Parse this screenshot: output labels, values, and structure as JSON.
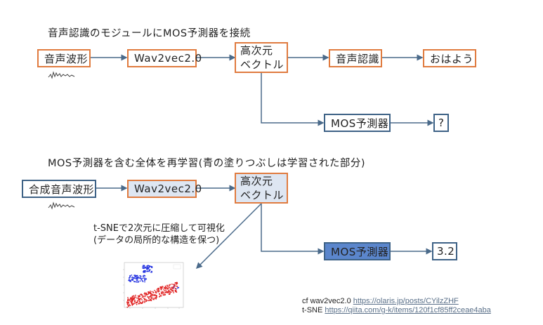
{
  "section1": {
    "title": "音声認識のモジュールにMOS予測器を接続",
    "boxes": {
      "waveform": "音声波形",
      "wav2vec": "Wav2vec2.0",
      "vector_line1": "高次元",
      "vector_line2": "ベクトル",
      "asr": "音声認識",
      "asr_output": "おはよう",
      "mos": "MOS予測器",
      "mos_output": "?"
    }
  },
  "section2": {
    "title": "MOS予測器を含む全体を再学習(青の塗りつぶしは学習された部分)",
    "boxes": {
      "waveform": "合成音声波形",
      "wav2vec": "Wav2vec2.0",
      "vector_line1": "高次元",
      "vector_line2": "ベクトル",
      "mos": "MOS予測器",
      "mos_output": "3.2"
    },
    "tsne_note_line1": "t-SNEで2次元に圧縮して可視化",
    "tsne_note_line2": "(データの局所的な構造を保つ)"
  },
  "references": {
    "ref1_prefix": "cf wav2vec2.0 ",
    "ref1_link": "https://olaris.jp/posts/CYilzZHF",
    "ref2_prefix": "t-SNE ",
    "ref2_link": "https://qiita.com/g-k/items/120f1cf85ff2ceae4aba"
  },
  "colors": {
    "orange_border": "#e07b3f",
    "navy_border": "#3e6286",
    "trained_fill_light": "#dee6f2",
    "trained_fill_dark": "#5b86cc",
    "arrow": "#4a6a8a",
    "tsne_red": "#e02020",
    "tsne_blue": "#1f2ee0"
  },
  "wave_glyph": "waveform-icon"
}
